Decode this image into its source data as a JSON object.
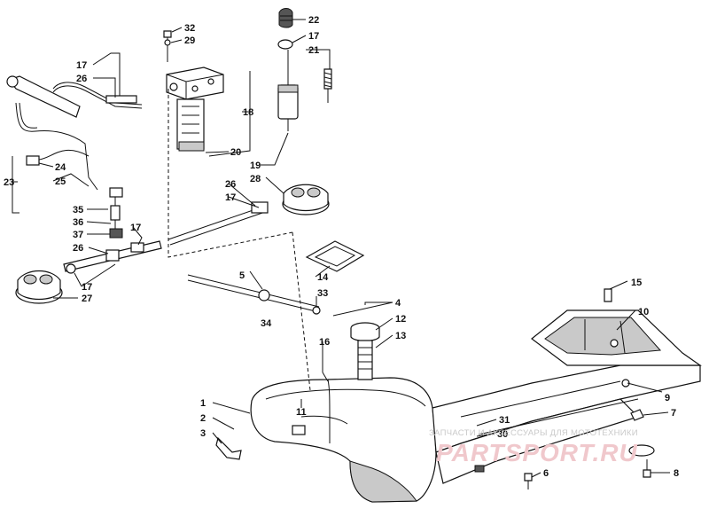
{
  "callouts": [
    {
      "id": "c22",
      "text": "22"
    },
    {
      "id": "c17a",
      "text": "17"
    },
    {
      "id": "c21",
      "text": "21"
    },
    {
      "id": "c32",
      "text": "32"
    },
    {
      "id": "c29",
      "text": "29"
    },
    {
      "id": "c17b",
      "text": "17"
    },
    {
      "id": "c26a",
      "text": "26"
    },
    {
      "id": "c18",
      "text": "18"
    },
    {
      "id": "c20",
      "text": "20"
    },
    {
      "id": "c19",
      "text": "19"
    },
    {
      "id": "c28",
      "text": "28"
    },
    {
      "id": "c24",
      "text": "24"
    },
    {
      "id": "c25",
      "text": "25"
    },
    {
      "id": "c23",
      "text": "23"
    },
    {
      "id": "c26b",
      "text": "26"
    },
    {
      "id": "c17c",
      "text": "17"
    },
    {
      "id": "c35",
      "text": "35"
    },
    {
      "id": "c36",
      "text": "36"
    },
    {
      "id": "c37",
      "text": "37"
    },
    {
      "id": "c26c",
      "text": "26"
    },
    {
      "id": "c17d",
      "text": "17"
    },
    {
      "id": "c17e",
      "text": "17"
    },
    {
      "id": "c27",
      "text": "27"
    },
    {
      "id": "c5",
      "text": "5"
    },
    {
      "id": "c14",
      "text": "14"
    },
    {
      "id": "c33",
      "text": "33"
    },
    {
      "id": "c4",
      "text": "4"
    },
    {
      "id": "c34",
      "text": "34"
    },
    {
      "id": "c12",
      "text": "12"
    },
    {
      "id": "c13",
      "text": "13"
    },
    {
      "id": "c16",
      "text": "16"
    },
    {
      "id": "c15",
      "text": "15"
    },
    {
      "id": "c10",
      "text": "10"
    },
    {
      "id": "c9",
      "text": "9"
    },
    {
      "id": "c7",
      "text": "7"
    },
    {
      "id": "c1",
      "text": "1"
    },
    {
      "id": "c2",
      "text": "2"
    },
    {
      "id": "c3",
      "text": "3"
    },
    {
      "id": "c11",
      "text": "11"
    },
    {
      "id": "c31",
      "text": "31"
    },
    {
      "id": "c30",
      "text": "30"
    },
    {
      "id": "c6",
      "text": "6"
    },
    {
      "id": "c8",
      "text": "8"
    }
  ],
  "watermark": {
    "caption": "ЗАПЧАСТИ И АКСЕССУАРЫ ДЛЯ МОТОТЕХНИКИ",
    "brand": "PARTSPORT.RU"
  }
}
